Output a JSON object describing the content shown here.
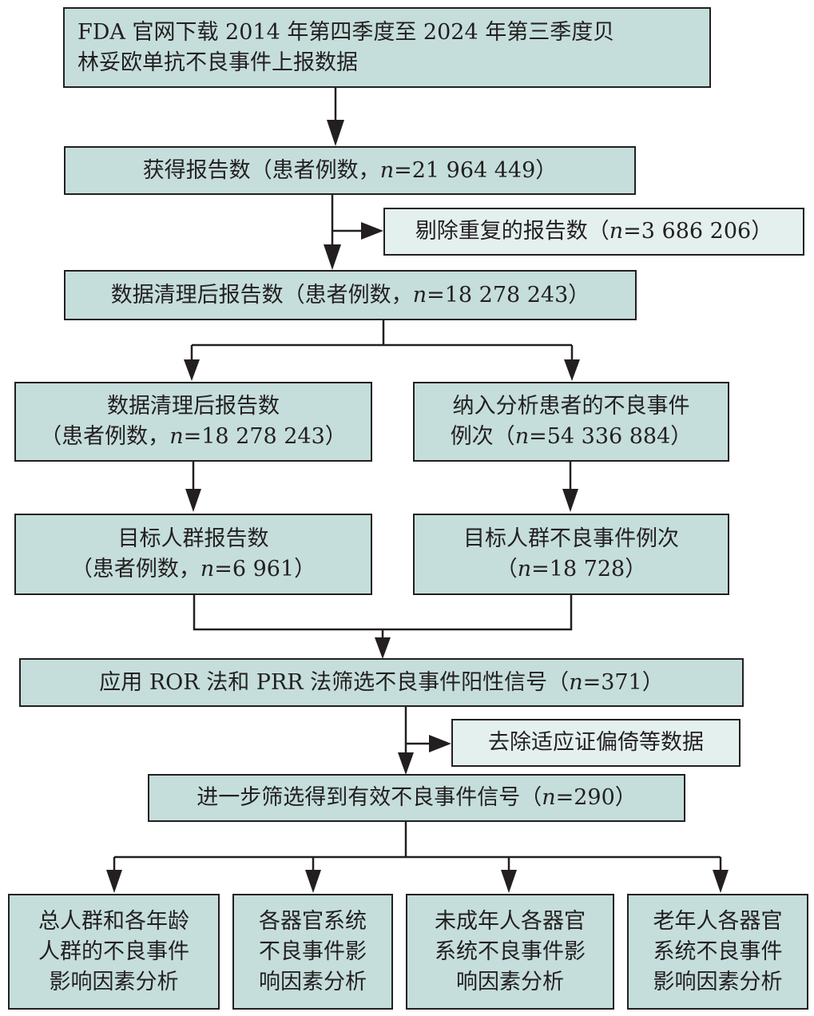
{
  "diagram": {
    "type": "flowchart",
    "colors": {
      "box_fill": "#c5dedb",
      "exclude_box_fill": "#e4f0ee",
      "stroke": "#231f20"
    },
    "nodes": {
      "source": {
        "lines": [
          "FDA 官网下载 2014 年第四季度至 2024 年第三季度贝",
          "林妥欧单抗不良事件上报数据"
        ]
      },
      "reports_obtained": {
        "prefix": "获得报告数（患者例数，",
        "n_label": "n",
        "n_value": "=21 964 449",
        "suffix": "）"
      },
      "duplicates_removed": {
        "prefix": "剔除重复的报告数（",
        "n_label": "n",
        "n_value": "=3 686 206",
        "suffix": "）"
      },
      "cleaned_reports": {
        "prefix": "数据清理后报告数（患者例数，",
        "n_label": "n",
        "n_value": "=18 278 243",
        "suffix": "）"
      },
      "cleaned_reports_branch": {
        "line1": "数据清理后报告数",
        "prefix": "（患者例数，",
        "n_label": "n",
        "n_value": "=18 278 243",
        "suffix": "）"
      },
      "ae_cases_included": {
        "line1": "纳入分析患者的不良事件",
        "prefix": "例次（",
        "n_label": "n",
        "n_value": "=54 336 884",
        "suffix": "）"
      },
      "target_reports": {
        "line1": "目标人群报告数",
        "prefix": "（患者例数，",
        "n_label": "n",
        "n_value": "=6 961",
        "suffix": "）"
      },
      "target_ae_cases": {
        "line1": "目标人群不良事件例次",
        "prefix": "（",
        "n_label": "n",
        "n_value": "=18 728",
        "suffix": "）"
      },
      "ror_prr_signals": {
        "prefix": "应用 ROR 法和 PRR 法筛选不良事件阳性信号（",
        "n_label": "n",
        "n_value": "=371",
        "suffix": "）"
      },
      "indication_bias_removed": {
        "text": "去除适应证偏倚等数据"
      },
      "valid_signals": {
        "prefix": "进一步筛选得到有效不良事件信号（",
        "n_label": "n",
        "n_value": "=290",
        "suffix": "）"
      },
      "outcomes": [
        {
          "lines": [
            "总人群和各年龄",
            "人群的不良事件",
            "影响因素分析"
          ]
        },
        {
          "lines": [
            "各器官系统",
            "不良事件影",
            "响因素分析"
          ]
        },
        {
          "lines": [
            "未成年人各器官",
            "系统不良事件影",
            "响因素分析"
          ]
        },
        {
          "lines": [
            "老年人各器官",
            "系统不良事件",
            "影响因素分析"
          ]
        }
      ]
    }
  }
}
